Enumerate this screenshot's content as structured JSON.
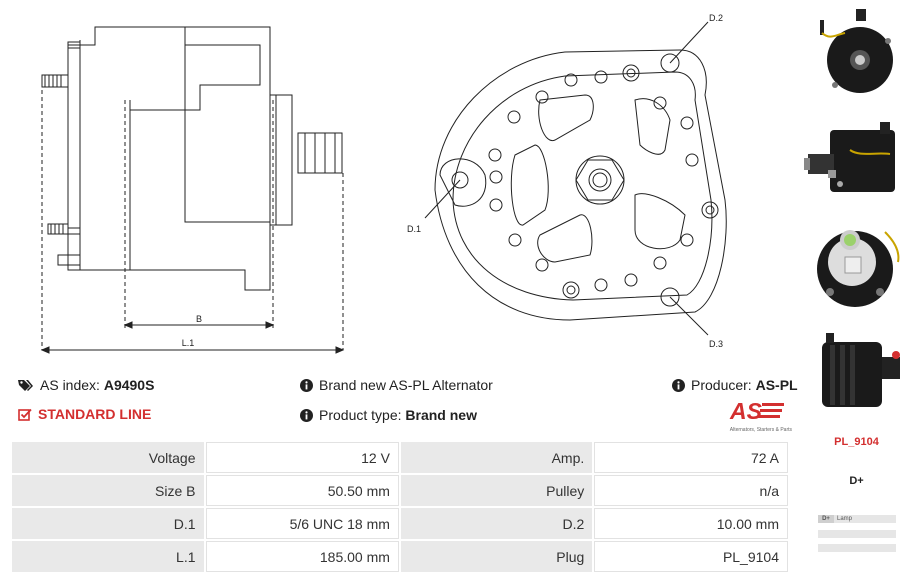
{
  "drawing": {
    "dim_b": "B",
    "dim_l1": "L.1",
    "label_d1": "D.1",
    "label_d2": "D.2",
    "label_d3": "D.3"
  },
  "info": {
    "as_index_label": "AS index:",
    "as_index_value": "A9490S",
    "standard_line": "STANDARD LINE",
    "brand_new_text": "Brand new AS-PL Alternator",
    "product_type_label": "Product type:",
    "product_type_value": "Brand new",
    "producer_label": "Producer:",
    "producer_value": "AS-PL",
    "logo_text": "AS",
    "logo_tagline": "Alternators, Starters & Parts"
  },
  "specs": {
    "rows": [
      {
        "l1": "Voltage",
        "v1": "12 V",
        "l2": "Amp.",
        "v2": "72 A"
      },
      {
        "l1": "Size B",
        "v1": "50.50 mm",
        "l2": "Pulley",
        "v2": "n/a"
      },
      {
        "l1": "D.1",
        "v1": "5/6 UNC 18 mm",
        "l2": "D.2",
        "v2": "10.00 mm"
      },
      {
        "l1": "L.1",
        "v1": "185.00 mm",
        "l2": "Plug",
        "v2": "PL_9104"
      }
    ]
  },
  "sidebar": {
    "plug_code": "PL_9104",
    "terminal": "D+",
    "pins": [
      {
        "pin": "D+",
        "desc": "Lamp"
      },
      {
        "pin": "",
        "desc": ""
      },
      {
        "pin": "",
        "desc": ""
      }
    ]
  },
  "colors": {
    "accent_red": "#d32f2f",
    "table_label_bg": "#e9e9e9",
    "line_drawing": "#222222"
  }
}
